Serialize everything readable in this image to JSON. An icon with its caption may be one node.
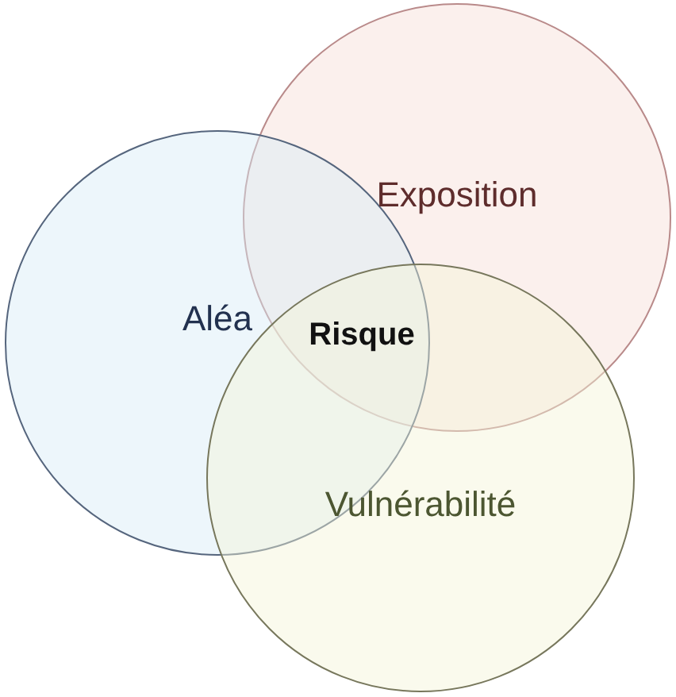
{
  "diagram": {
    "nodes": [
      {
        "text": [
          "Exposition"
        ]
      },
      {
        "text": [
          "Aléa"
        ]
      },
      {
        "text": [
          "Vulnérabilité"
        ]
      }
    ],
    "labels": [
      "Risque"
    ]
  }
}
